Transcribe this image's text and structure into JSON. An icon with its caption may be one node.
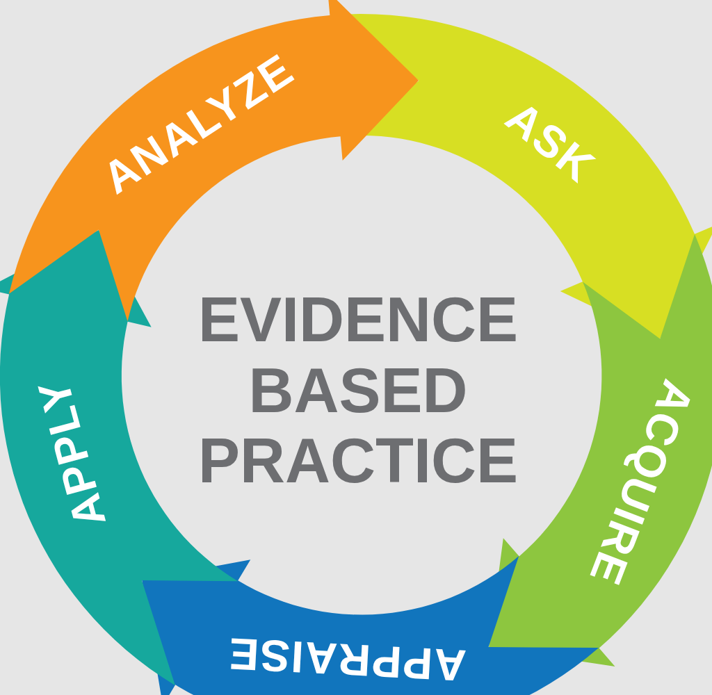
{
  "diagram": {
    "nodes": [
      {
        "text": [
          "ANALYZE"
        ]
      },
      {
        "text": [
          "ASK"
        ]
      },
      {
        "text": [
          "ACQUIRE"
        ]
      },
      {
        "text": [
          "APPRAISE"
        ]
      },
      {
        "text": [
          "APPLY"
        ]
      }
    ],
    "labels": [
      "EVIDENCE BASED PRACTICE"
    ]
  }
}
